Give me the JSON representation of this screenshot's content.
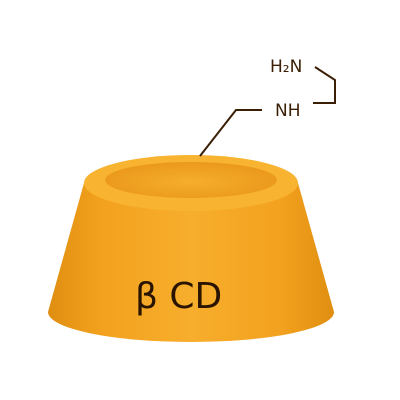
{
  "molecule": {
    "label": "β CD",
    "body_color": "#F5A623",
    "body_shade": "#E08E10",
    "rim_color": "#F8B431",
    "cavity_color": "#F1A21F",
    "line_color": "#3a1f05"
  },
  "substituent": {
    "amine_label": "H₂N",
    "linker_label": "NH"
  }
}
